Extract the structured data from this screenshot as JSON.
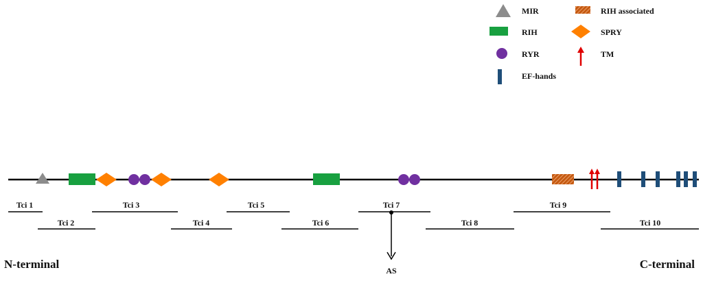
{
  "legend": [
    {
      "key": "mir",
      "label": "MIR"
    },
    {
      "key": "rih",
      "label": "RIH"
    },
    {
      "key": "ryr",
      "label": "RYR"
    },
    {
      "key": "ef",
      "label": "EF-hands"
    },
    {
      "key": "riha",
      "label": "RIH associated"
    },
    {
      "key": "spry",
      "label": "SPRY"
    },
    {
      "key": "tm",
      "label": "TM"
    }
  ],
  "colors": {
    "mir": "#8c8c8c",
    "rih": "#18a040",
    "ryr": "#7030a0",
    "ef": "#1f4e79",
    "riha": "#c55a11",
    "spry": "#ff8000",
    "tm": "#e00000",
    "line": "#000000"
  },
  "segments": [
    "Tci 1",
    "Tci 2",
    "Tci 3",
    "Tci 4",
    "Tci 5",
    "Tci 6",
    "Tci 7",
    "Tci 8",
    "Tci 9",
    "Tci 10"
  ],
  "termini": {
    "n": "N-terminal",
    "c": "C-terminal"
  },
  "marker": {
    "label": "AS"
  }
}
